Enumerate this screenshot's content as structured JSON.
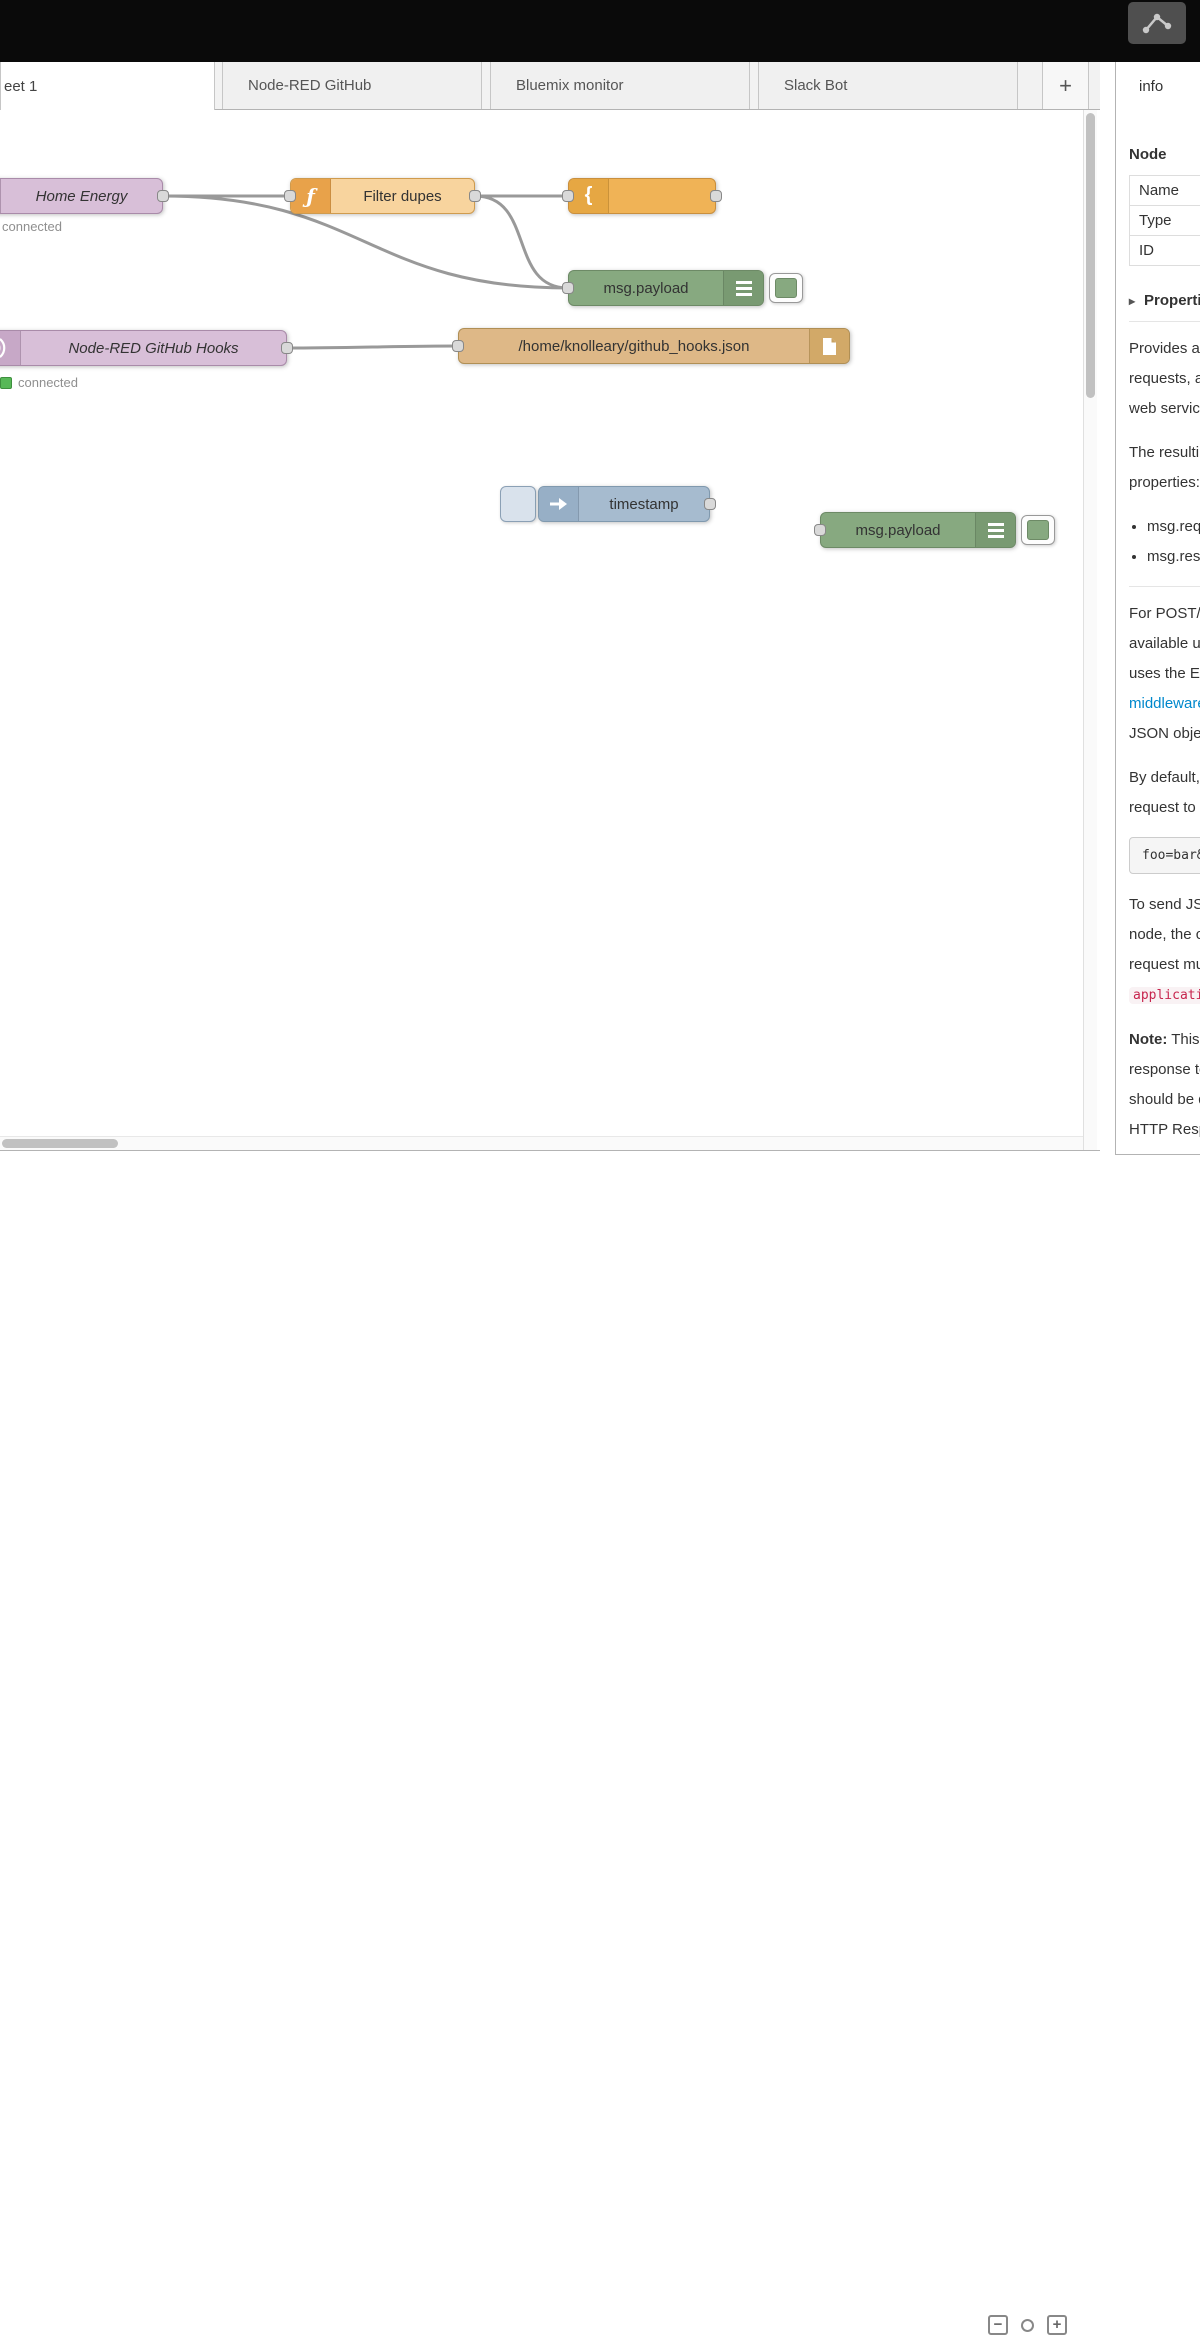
{
  "header": {
    "menu_icon": "node-network-menu"
  },
  "tab_bar": {
    "tabs": [
      {
        "label": "eet 1",
        "active": true
      },
      {
        "label": "Node-RED GitHub",
        "active": false
      },
      {
        "label": "Bluemix monitor",
        "active": false
      },
      {
        "label": "Slack Bot",
        "active": false
      }
    ],
    "add_button": "+"
  },
  "sidebar": {
    "tab_label": "info",
    "node_section_title": "Node",
    "table_rows": [
      {
        "label": "Name"
      },
      {
        "label": "Type"
      },
      {
        "label": "ID"
      }
    ],
    "properties_label": "Properties",
    "help": {
      "p1": "Provides an input node for http\nrequests, allowing the creation of simple\nweb services.",
      "p2": "The resulting message has the following\nproperties:",
      "bullets": [
        "msg.req : http request",
        "msg.res : http response"
      ],
      "p3_pre": "For POST/PUT requests, the body is\navailable under msg.req.body. This\nuses the Express bodyParser\n",
      "p3_link": "middleware",
      "p3_post": " to parse the content to a\nJSON object.",
      "p4": "By default, this expects the body of the\nrequest to be url encoded:",
      "code": "foo=bar&this=that",
      "p5_pre": "To send JSON encoded data to the\nnode, the content-type header of the\nrequest must be set to\n",
      "p5_code": "application/json",
      "p5_post": ".",
      "p6_bold": "Note:",
      "p6_rest": " This node does not send any\nresponse to the http request. This\nshould be done with a subsequent\nHTTP Response node."
    }
  },
  "flow": {
    "home_energy": {
      "label": "Home Energy",
      "status": "connected"
    },
    "filter_dupes": {
      "label": "Filter dupes",
      "icon_glyph": "ƒ"
    },
    "template": {
      "label": "",
      "icon_glyph": "{"
    },
    "debug_payload_1": {
      "label": "msg.payload"
    },
    "github_hooks": {
      "label": "Node-RED GitHub Hooks",
      "status": "connected"
    },
    "file_out": {
      "label": "/home/knolleary/github_hooks.json"
    },
    "inject_timestamp": {
      "label": "timestamp"
    },
    "debug_payload_2": {
      "label": "msg.payload"
    }
  },
  "footer": {
    "zoom_out_label": "−",
    "zoom_in_label": "+"
  },
  "colors": {
    "node_mqtt": "#d8bfd8",
    "node_function": "#f8d49e",
    "node_template": "#f0b356",
    "node_debug": "#87a980",
    "node_file": "#deb887",
    "node_inject": "#a6bbcf",
    "status_ok": "#57b857",
    "link": "#0088cc",
    "code_red": "#c7254e",
    "wire": "#999999"
  }
}
